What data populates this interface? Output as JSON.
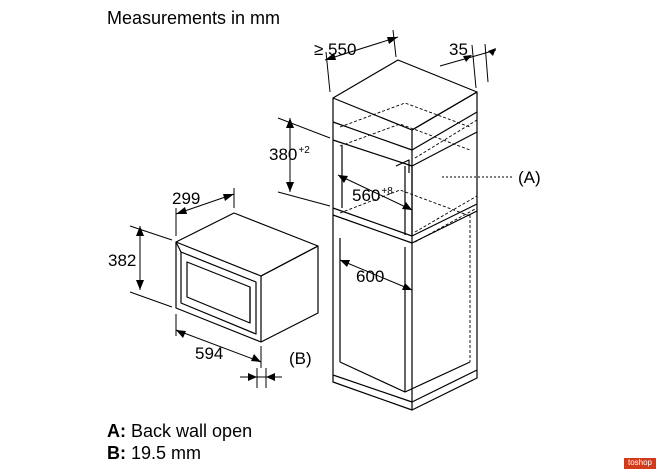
{
  "heading": "Measurements in mm",
  "dimensions": {
    "depth_min": "≥ 550",
    "back_gap": "35",
    "niche_height": "380",
    "niche_height_tol": "+2",
    "niche_width": "560",
    "niche_width_tol": "+8",
    "lower_width": "600",
    "appliance_depth": "299",
    "appliance_height": "382",
    "appliance_width": "594"
  },
  "callouts": {
    "a": "(A)",
    "b": "(B)"
  },
  "legend": {
    "a_key": "A:",
    "a_text": "Back wall open",
    "b_key": "B:",
    "b_text": "19.5 mm"
  },
  "watermark": "toshop"
}
